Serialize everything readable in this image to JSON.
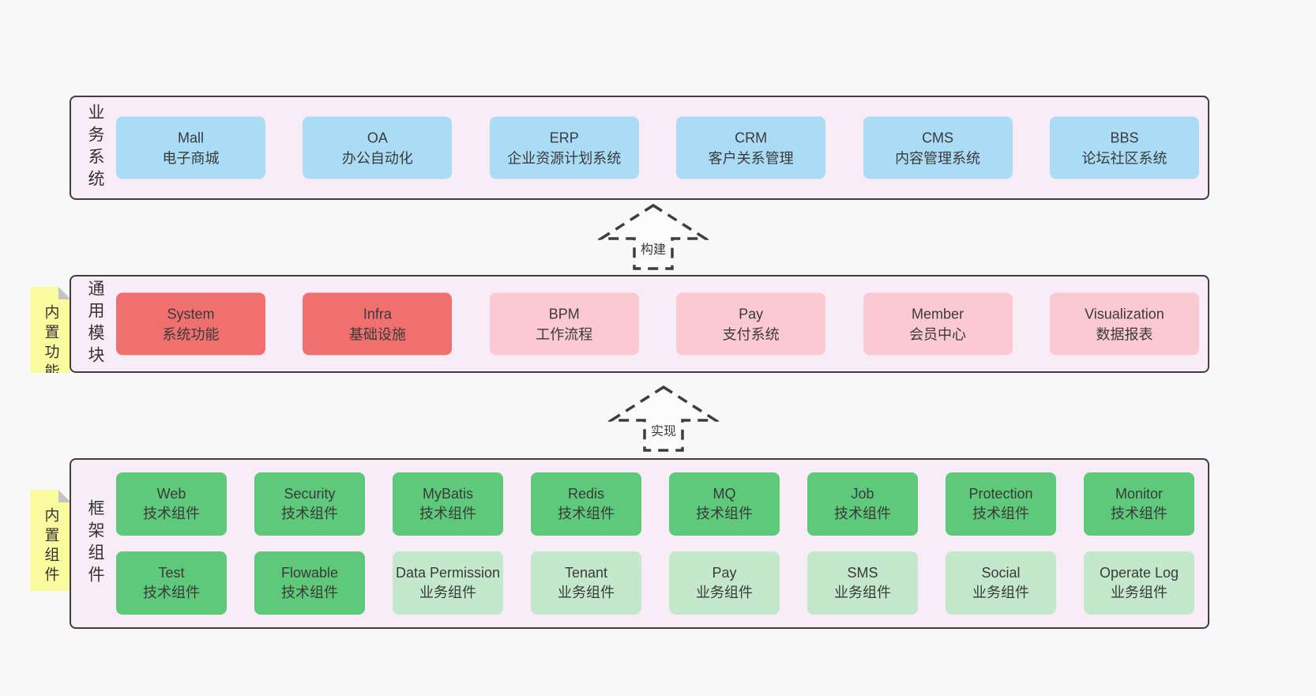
{
  "page": {
    "background": "#f8f8f8"
  },
  "colors": {
    "blue": "#aadcf5",
    "red": "#f06f6f",
    "pink": "#fbc9d2",
    "green": "#5ec97a",
    "light_green": "#c4e8cc",
    "panel_fill": "#f8edf6",
    "panel_border": "#3f3f3f",
    "tag_yellow": "#fafa9e",
    "tag_fold_gray": "#c4c4c4",
    "arrow_dash": "#3d3d3d"
  },
  "arrows": [
    {
      "label": "构建"
    },
    {
      "label": "实现"
    }
  ],
  "panels": [
    {
      "id": "business-systems",
      "label": "业务系统",
      "boxes": [
        {
          "title": "Mall",
          "subtitle": "电子商城",
          "color": "blue"
        },
        {
          "title": "OA",
          "subtitle": "办公自动化",
          "color": "blue"
        },
        {
          "title": "ERP",
          "subtitle": "企业资源计划系统",
          "color": "blue"
        },
        {
          "title": "CRM",
          "subtitle": "客户关系管理",
          "color": "blue"
        },
        {
          "title": "CMS",
          "subtitle": "内容管理系统",
          "color": "blue"
        },
        {
          "title": "BBS",
          "subtitle": "论坛社区系统",
          "color": "blue"
        }
      ]
    },
    {
      "id": "common-modules",
      "label": "通用模块",
      "tag": "内置功能",
      "boxes": [
        {
          "title": "System",
          "subtitle": "系统功能",
          "color": "red"
        },
        {
          "title": "Infra",
          "subtitle": "基础设施",
          "color": "red"
        },
        {
          "title": "BPM",
          "subtitle": "工作流程",
          "color": "pink"
        },
        {
          "title": "Pay",
          "subtitle": "支付系统",
          "color": "pink"
        },
        {
          "title": "Member",
          "subtitle": "会员中心",
          "color": "pink"
        },
        {
          "title": "Visualization",
          "subtitle": "数据报表",
          "color": "pink"
        }
      ]
    },
    {
      "id": "framework-components",
      "label": "框架组件",
      "tag": "内置组件",
      "boxes": [
        {
          "title": "Web",
          "subtitle": "技术组件",
          "color": "green"
        },
        {
          "title": "Security",
          "subtitle": "技术组件",
          "color": "green"
        },
        {
          "title": "MyBatis",
          "subtitle": "技术组件",
          "color": "green"
        },
        {
          "title": "Redis",
          "subtitle": "技术组件",
          "color": "green"
        },
        {
          "title": "MQ",
          "subtitle": "技术组件",
          "color": "green"
        },
        {
          "title": "Job",
          "subtitle": "技术组件",
          "color": "green"
        },
        {
          "title": "Protection",
          "subtitle": "技术组件",
          "color": "green"
        },
        {
          "title": "Monitor",
          "subtitle": "技术组件",
          "color": "green"
        },
        {
          "title": "Test",
          "subtitle": "技术组件",
          "color": "green"
        },
        {
          "title": "Flowable",
          "subtitle": "技术组件",
          "color": "green"
        },
        {
          "title": "Data Permission",
          "subtitle": "业务组件",
          "color": "light_green"
        },
        {
          "title": "Tenant",
          "subtitle": "业务组件",
          "color": "light_green"
        },
        {
          "title": "Pay",
          "subtitle": "业务组件",
          "color": "light_green"
        },
        {
          "title": "SMS",
          "subtitle": "业务组件",
          "color": "light_green"
        },
        {
          "title": "Social",
          "subtitle": "业务组件",
          "color": "light_green"
        },
        {
          "title": "Operate Log",
          "subtitle": "业务组件",
          "color": "light_green"
        }
      ]
    }
  ]
}
